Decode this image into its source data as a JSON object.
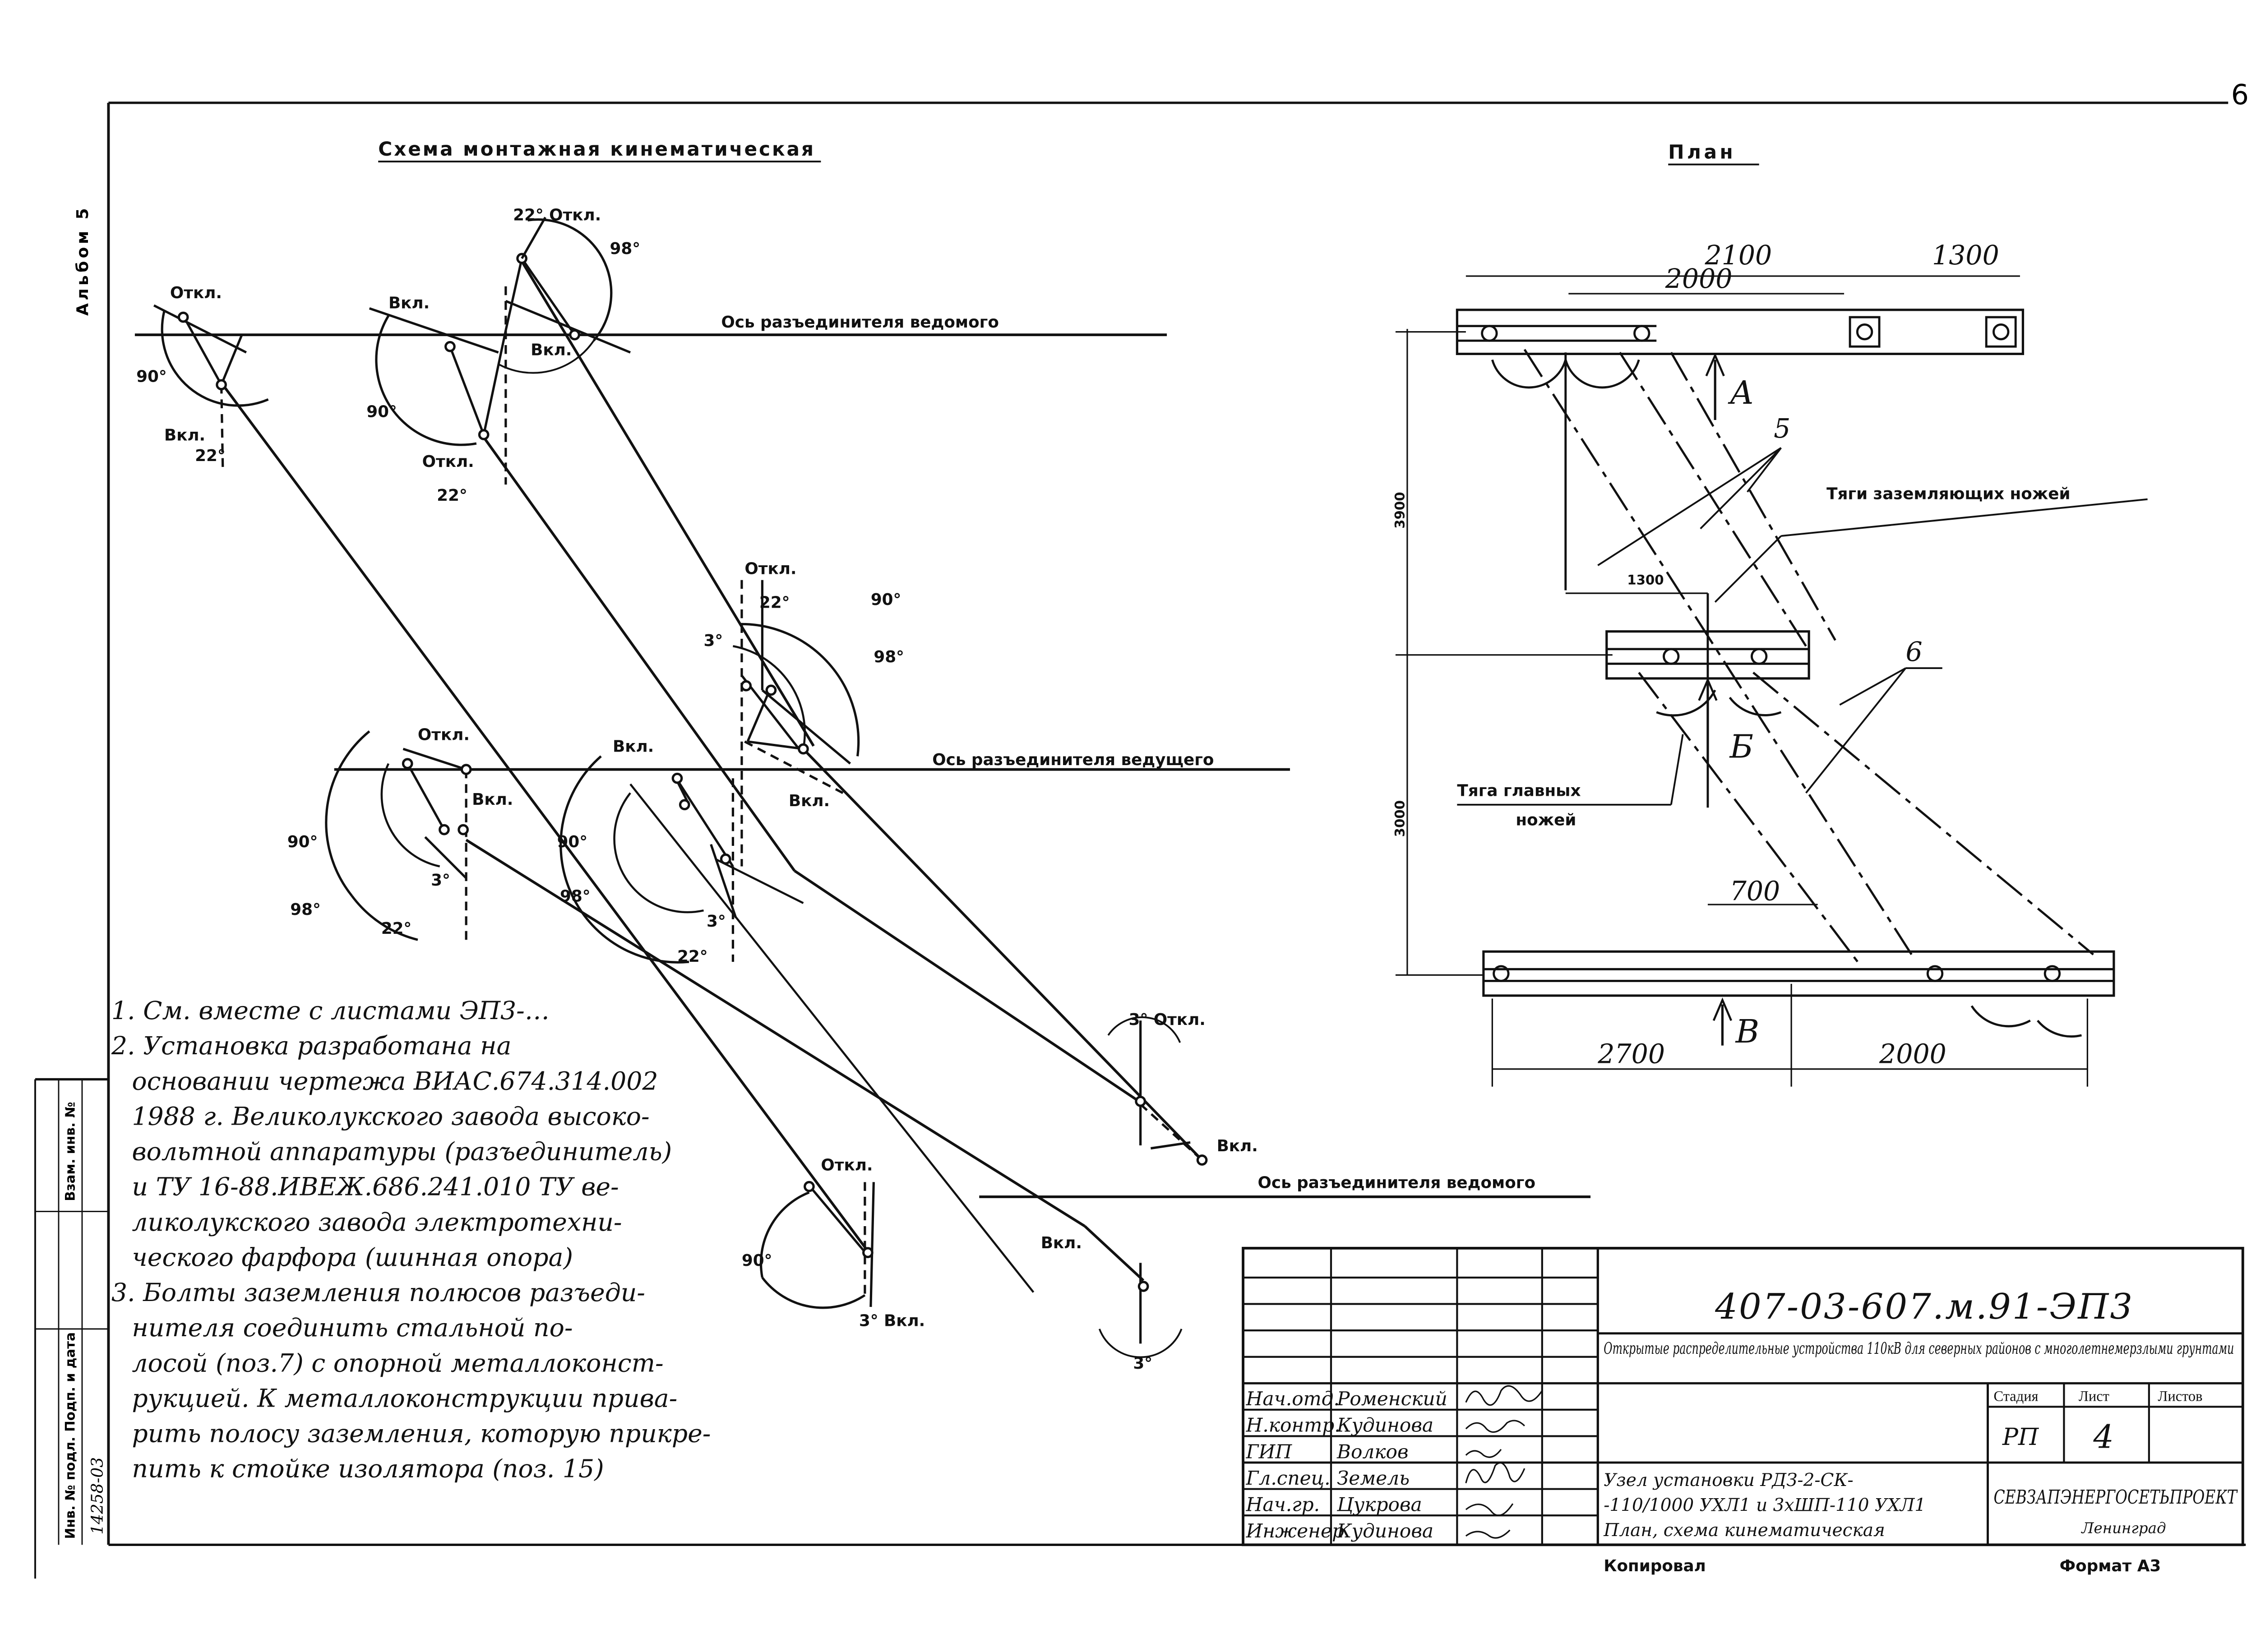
{
  "sheet": {
    "number": "6",
    "album_label": "Альбом 5",
    "copy_label": "Копировал",
    "format_label": "Формат А3"
  },
  "kinematic": {
    "title": "Схема монтажная кинематическая",
    "axis_driven_top": "Ось разъединителя ведомого",
    "axis_driving": "Ось разъединителя ведущего",
    "axis_driven_bottom": "Ось разъединителя ведомого",
    "otkl": "Откл.",
    "vkl": "Вкл.",
    "ang_90": "90°",
    "ang_98": "98°",
    "ang_22": "22°",
    "ang_3": "3°",
    "ang_3_otkl": "3° Откл.",
    "ang_3_vkl": "3° Вкл.",
    "ang_22_otkl": "22° Откл."
  },
  "plan": {
    "title": "План",
    "dims": {
      "d2100": "2100",
      "d1300": "1300",
      "d2000_top": "2000",
      "d3900": "3900",
      "d1300_mid": "1300",
      "d3000": "3000",
      "d700": "700",
      "d2700": "2700",
      "d2000_bottom": "2000"
    },
    "labels": {
      "A": "А",
      "B": "Б",
      "V": "В",
      "pos5": "5",
      "pos6": "6",
      "earth_rods": "Тяги заземляющих ножей",
      "main_rods_1": "Тяга главных",
      "main_rods_2": "ножей"
    }
  },
  "notes": [
    "1. См. вместе с листами ЭП3-…",
    "2. Установка разработана на",
    "основании чертежа ВИАС.674.314.002",
    "1988 г. Великолукского завода высоко-",
    "вольтной аппаратуры (разъединитель)",
    "и ТУ 16-88.ИВЕЖ.686.241.010 ТУ ве-",
    "ликолукского завода электротехни-",
    "ческого фарфора (шинная опора)",
    "3. Болты заземления полюсов разъеди-",
    "нителя соединить стальной по-",
    "лосой (поз.7) с опорной металлоконст-",
    "рукцией. К металлоконструкции прива-",
    "рить полосу заземления, которую прикре-",
    "пить к стойке изолятора (поз. 15)"
  ],
  "side_stamp": {
    "inv_orig": "Инв. № подл.",
    "sign_date": "Подп. и дата",
    "inv_dup": "Взам. инв. №",
    "inv_value": "14258-03"
  },
  "title_block": {
    "doc_code": "407-03-607.м.91-ЭП3",
    "project_title": "Открытые распределительные устройства 110кВ для северных районов с многолетнемерзлыми грунтами",
    "sheet_title_1": "Узел установки РДЗ-2-СК-",
    "sheet_title_2": "-110/1000 УХЛ1 и 3хШП-110 УХЛ1",
    "sheet_title_3": "План, схема кинематическая",
    "stage_header": "Стадия",
    "sheet_header": "Лист",
    "sheets_header": "Листов",
    "stage": "РП",
    "sheet_no": "4",
    "org": "СЕВЗАПЭНЕРГОСЕТЬПРОЕКТ",
    "city": "Ленинград",
    "signers": [
      {
        "role": "Нач.отд.",
        "name": "Роменский"
      },
      {
        "role": "Н.контр.",
        "name": "Кудинова"
      },
      {
        "role": "ГИП",
        "name": "Волков"
      },
      {
        "role": "Гл.спец.",
        "name": "Земель"
      },
      {
        "role": "Нач.гр.",
        "name": "Цукрова"
      },
      {
        "role": "Инженер",
        "name": "Кудинова"
      }
    ]
  }
}
